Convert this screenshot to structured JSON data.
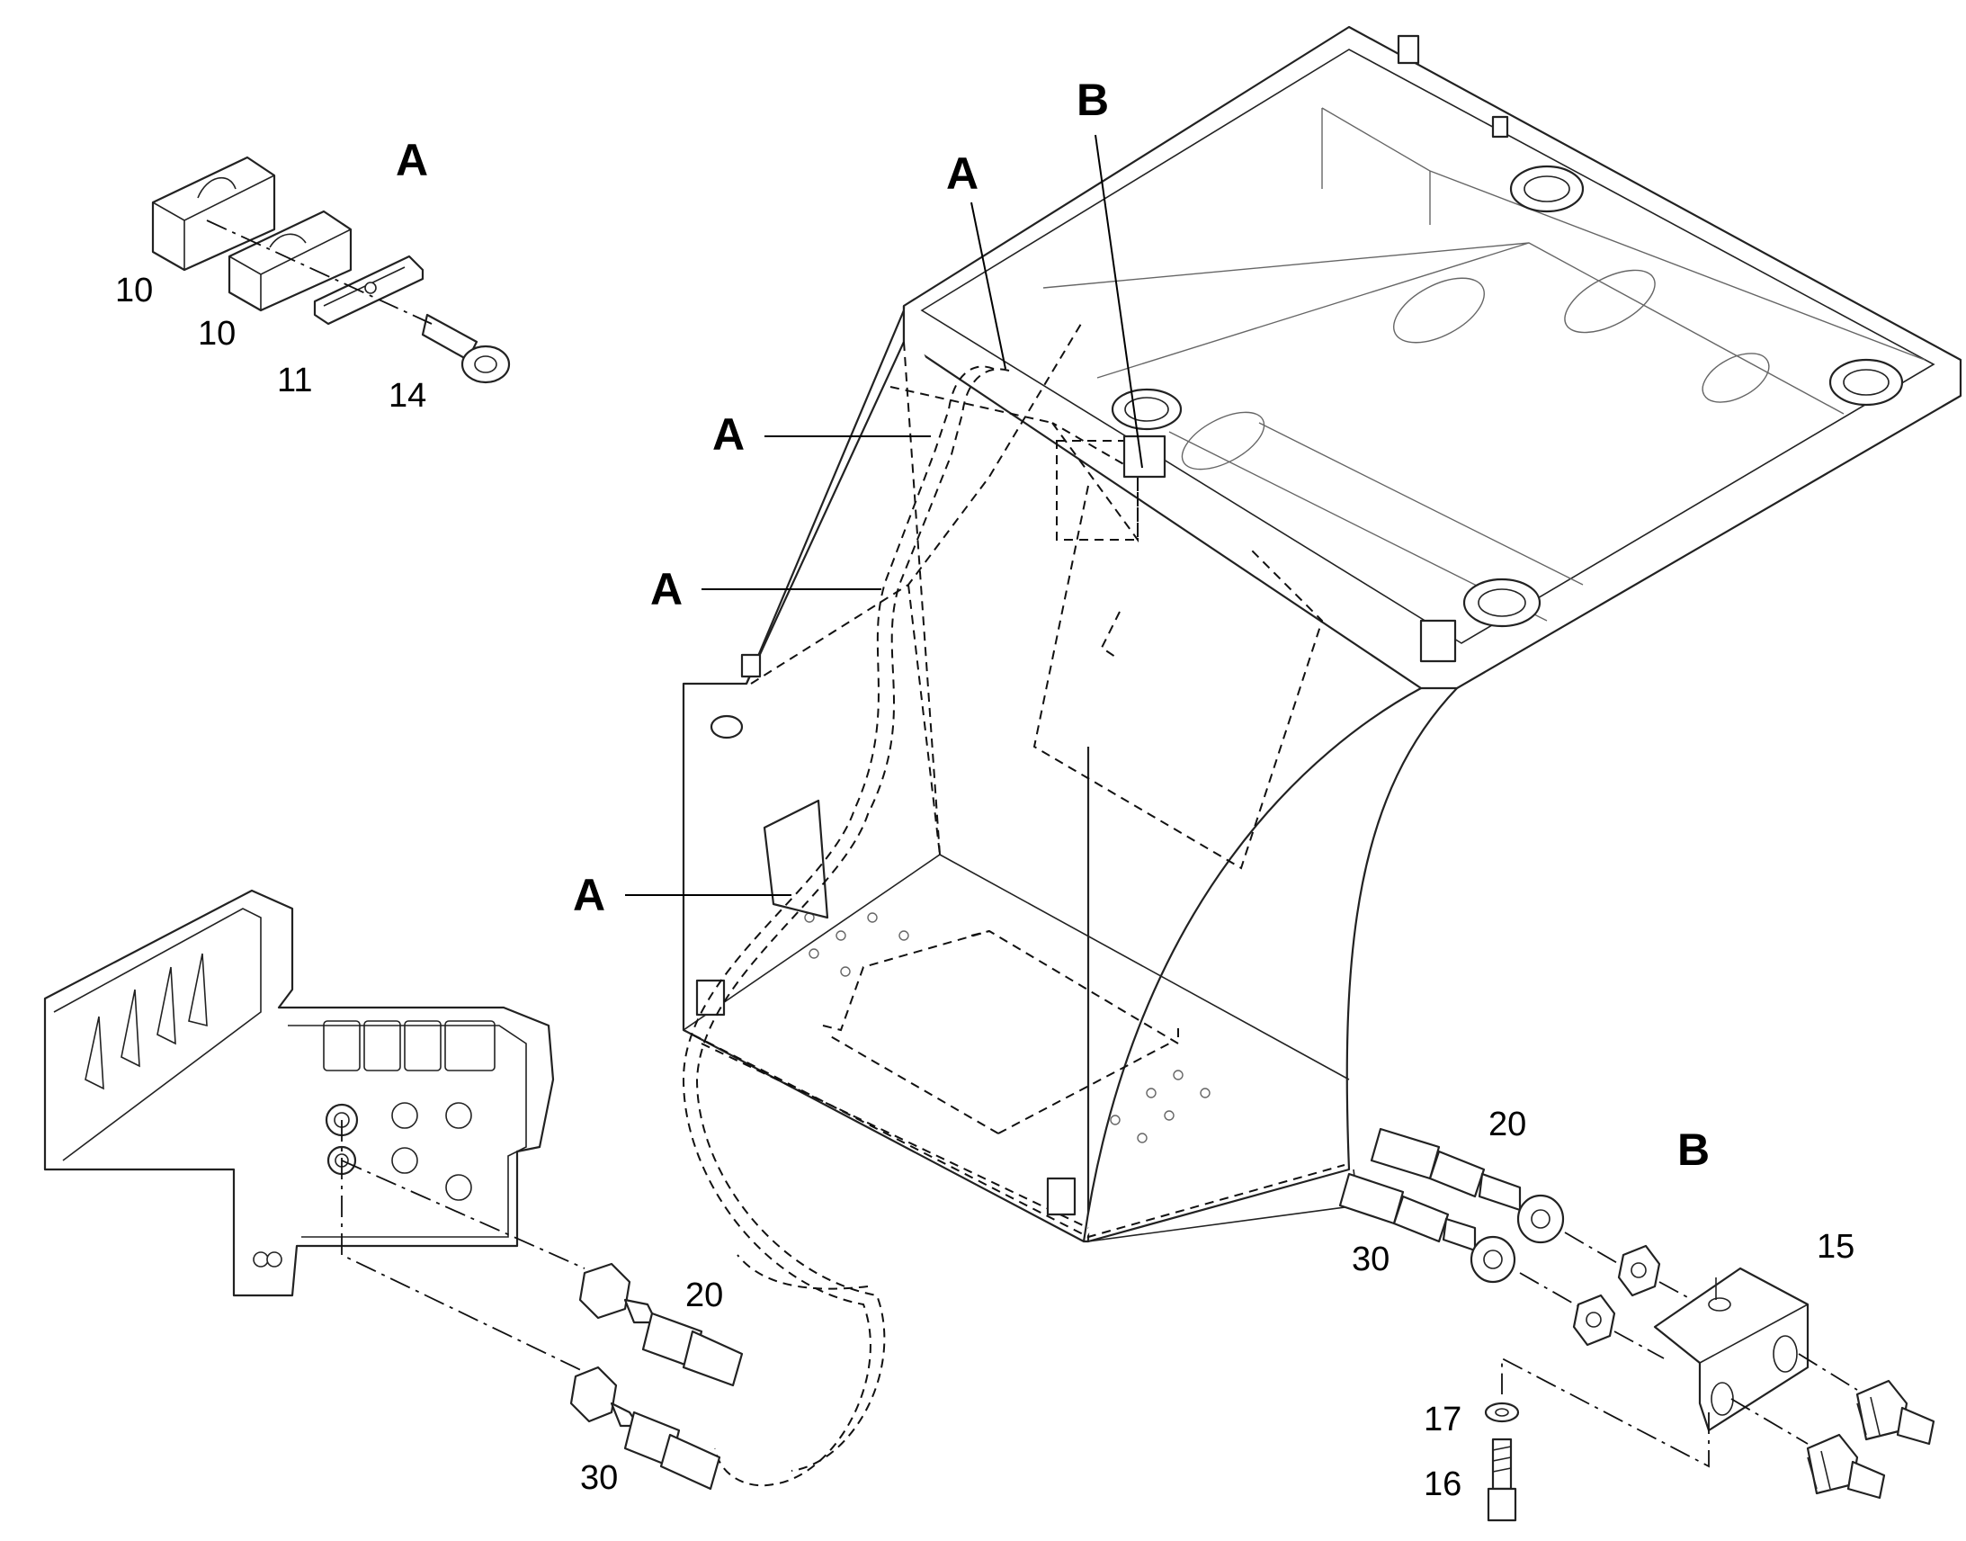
{
  "callouts": {
    "detail_a_title": "A",
    "detail_b_title": "B",
    "main_b": "B",
    "main_a1": "A",
    "main_a2": "A",
    "main_a3": "A",
    "main_a4": "A"
  },
  "detail_a_parts": {
    "p10_upper": "10",
    "p10_lower": "10",
    "p11": "11",
    "p14": "14"
  },
  "detail_b_parts": {
    "p20": "20",
    "p30": "30",
    "p15": "15",
    "p17": "17",
    "p16": "16"
  },
  "panel_parts": {
    "p20": "20",
    "p30": "30"
  }
}
